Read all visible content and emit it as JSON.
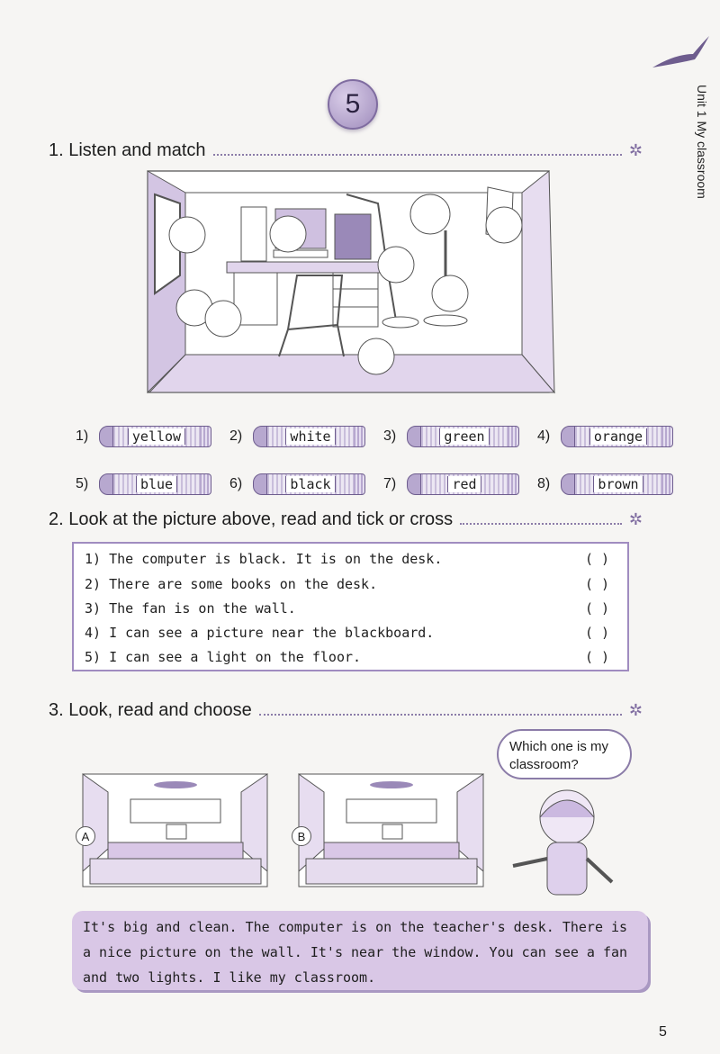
{
  "unit_number": "5",
  "side_label": "Unit 1   My classroom",
  "section1": {
    "title": "1. Listen and match",
    "items": [
      {
        "num": "1)",
        "color": "yellow"
      },
      {
        "num": "2)",
        "color": "white"
      },
      {
        "num": "3)",
        "color": "green"
      },
      {
        "num": "4)",
        "color": "orange"
      },
      {
        "num": "5)",
        "color": "blue"
      },
      {
        "num": "6)",
        "color": "black"
      },
      {
        "num": "7)",
        "color": "red"
      },
      {
        "num": "8)",
        "color": "brown"
      }
    ]
  },
  "section2": {
    "title": "2. Look at the picture above, read and tick or cross",
    "sentences": [
      "1) The computer is black. It is on the desk.",
      "2) There are some books on the desk.",
      "3) The fan is on the wall.",
      "4) I can see a picture near the blackboard.",
      "5) I can see a light on the floor."
    ],
    "answer_paren": "(        )"
  },
  "section3": {
    "title": "3. Look, read and choose",
    "bubble": "Which one is my classroom?",
    "label_a": "A",
    "label_b": "B",
    "passage": "It's big and clean. The computer is on the teacher's desk. There is a nice picture on the wall. It's near the window. You can see a fan and two lights. I like my classroom."
  },
  "page_number": "5",
  "star": "✲"
}
